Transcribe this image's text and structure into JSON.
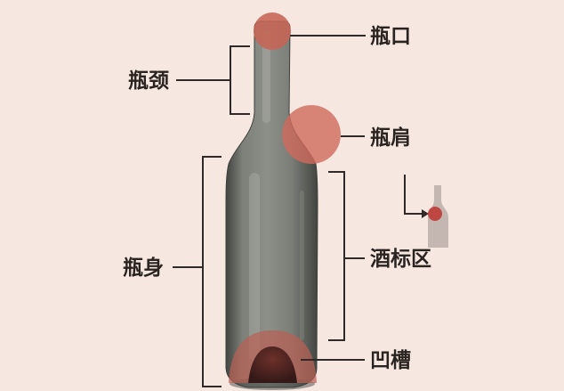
{
  "labels": {
    "bottle_mouth": "瓶口",
    "bottle_neck": "瓶颈",
    "bottle_shoulder": "瓶肩",
    "bottle_body": "瓶身",
    "label_area": "酒标区",
    "punt": "凹槽"
  },
  "colors": {
    "background": "#f6e8e1",
    "glass": "#6f716b",
    "highlight": "#c66455",
    "line": "#2f2a27",
    "inset_bottle": "#b8aca6"
  }
}
